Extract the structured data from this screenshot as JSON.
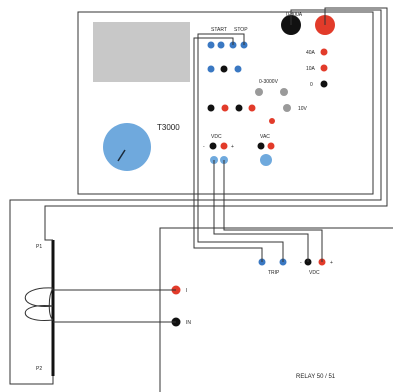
{
  "device": {
    "name": "T3000",
    "start_label": "START",
    "stop_label": "STOP",
    "range_current_high": "0-800A",
    "range_voltage": "0-3000V",
    "range_40a": "40A",
    "range_10a": "10A",
    "range_0": "0",
    "range_10v": "10V",
    "vdc_label": "VDC",
    "vac_label": "VAC"
  },
  "transformer": {
    "p1_label": "P1",
    "p2_label": "P2",
    "terminal_i_label": "I",
    "terminal_in_label": "IN"
  },
  "relay": {
    "name": "RELAY 50 / 51",
    "trip_label": "TRIP",
    "vdc_label": "VDC",
    "minus_sign": "-",
    "plus_sign": "+"
  },
  "colors": {
    "panel_border": "#333333",
    "screen": "#c8c8c8",
    "knob": "#6fa9dd",
    "blue_terminal": "#3a78c2",
    "red_terminal": "#e23b2a",
    "black_terminal": "#111111",
    "grey_terminal": "#9a9a9a",
    "wire": "#333333"
  }
}
